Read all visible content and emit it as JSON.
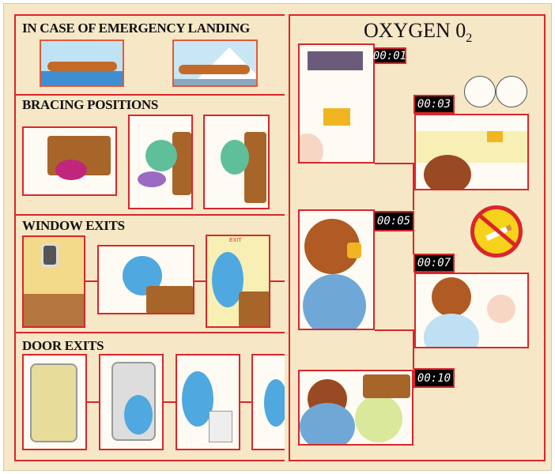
{
  "left_page": {
    "sections": [
      {
        "heading": "IN CASE OF EMERGENCY LANDING"
      },
      {
        "heading": "BRACING POSITIONS"
      },
      {
        "heading": "WINDOW EXITS"
      },
      {
        "heading": "DOOR EXITS"
      }
    ],
    "exit_sign": "EXIT"
  },
  "right_page": {
    "title": "OXYGEN 0",
    "title_subscript": "2",
    "timers": [
      "00:01",
      "00:03",
      "00:05",
      "00:07",
      "00:10"
    ],
    "no_smoking_icon": "no-smoking-icon"
  },
  "colors": {
    "frame": "#d9262b",
    "background": "#f6e7c6",
    "timer_bg": "#000000"
  }
}
